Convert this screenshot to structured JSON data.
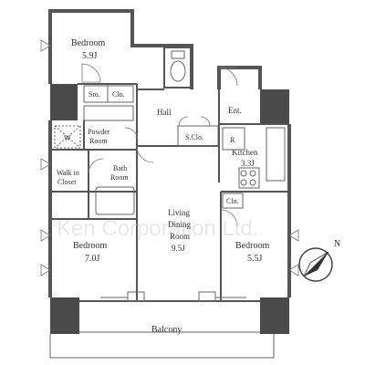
{
  "rooms": {
    "bedroom_top": {
      "name": "Bedroom",
      "size": "5.9J"
    },
    "storage": "Sto.",
    "closet_top": "Clo.",
    "hall": "Hall",
    "entrance": "Ent.",
    "powder_room": {
      "line1": "Powder",
      "line2": "Room"
    },
    "washer": "W",
    "shoe_closet": "S.Clo.",
    "refrigerator": "R",
    "kitchen": {
      "name": "Kitchen",
      "size": "3.3J"
    },
    "walk_in_closet": {
      "line1": "Walk in",
      "line2": "Closet"
    },
    "bath_room": {
      "line1": "Bath",
      "line2": "Room"
    },
    "closet_right": "Clo.",
    "living": {
      "line1": "Living",
      "line2": "Dining",
      "line3": "Room",
      "size": "9.5J"
    },
    "bedroom_left": {
      "name": "Bedroom",
      "size": "7.0J"
    },
    "bedroom_right": {
      "name": "Bedroom",
      "size": "5.5J"
    },
    "balcony": "Balcony"
  },
  "watermark": "Ken Corporation Ltd.",
  "compass": {
    "label": "N"
  },
  "colors": {
    "wall": "#555555",
    "pillar": "#4a4a4a",
    "text": "#333333",
    "watermark": "#d6d6d6"
  }
}
